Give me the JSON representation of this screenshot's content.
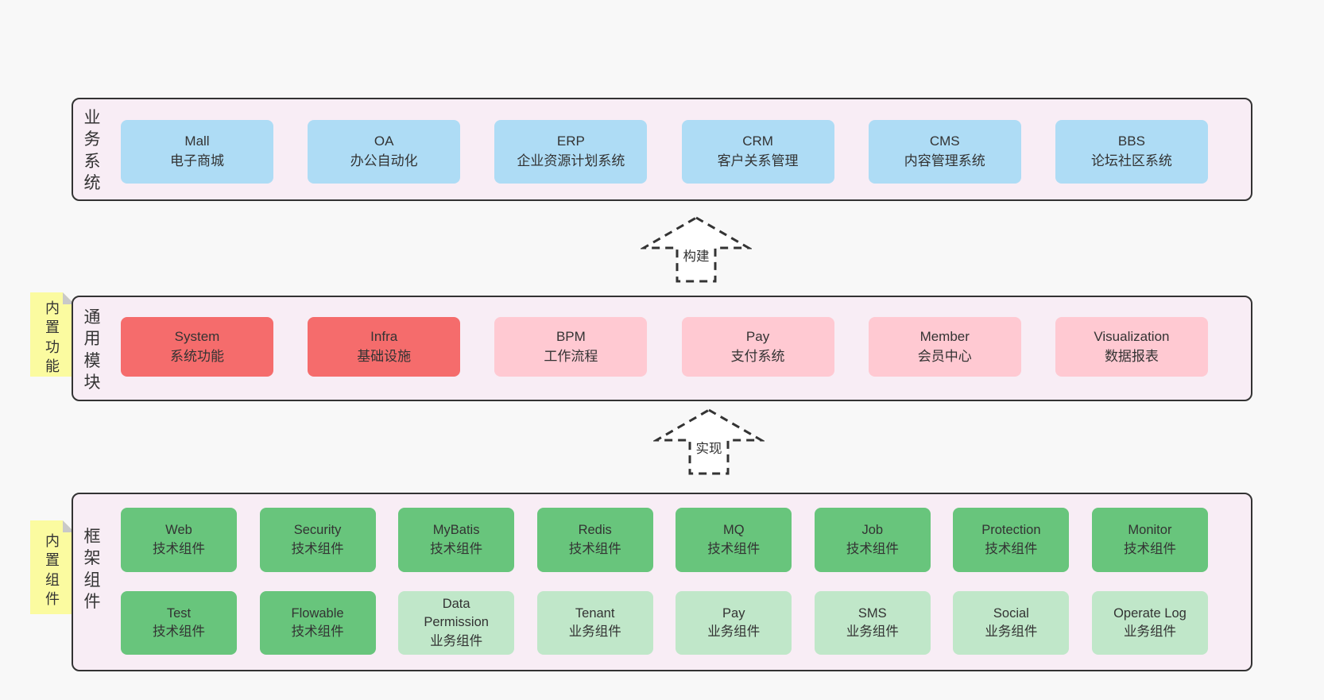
{
  "colors": {
    "page-bg": "#f8f8f8",
    "band-bg": "#f8edf5",
    "line": "#333333",
    "text": "#333333",
    "blue": "#aedcf5",
    "red": "#f56c6c",
    "pink": "#ffc9d2",
    "green": "#68c57c",
    "lightgreen": "#c0e7c9",
    "sticky": "#fbfba0",
    "fold": "#c9c9c9",
    "arrow-fill": "#ffffff"
  },
  "arrows": [
    {
      "label": "构建"
    },
    {
      "label": "实现"
    }
  ],
  "bands": [
    {
      "label": "业务系统",
      "boxes": [
        {
          "name": "Mall",
          "desc": "电子商城"
        },
        {
          "name": "OA",
          "desc": "办公自动化"
        },
        {
          "name": "ERP",
          "desc": "企业资源计划系统"
        },
        {
          "name": "CRM",
          "desc": "客户关系管理"
        },
        {
          "name": "CMS",
          "desc": "内容管理系统"
        },
        {
          "name": "BBS",
          "desc": "论坛社区系统"
        }
      ]
    },
    {
      "label": "通用模块",
      "sticky": "内置功能",
      "boxes": [
        {
          "name": "System",
          "desc": "系统功能"
        },
        {
          "name": "Infra",
          "desc": "基础设施"
        },
        {
          "name": "BPM",
          "desc": "工作流程"
        },
        {
          "name": "Pay",
          "desc": "支付系统"
        },
        {
          "name": "Member",
          "desc": "会员中心"
        },
        {
          "name": "Visualization",
          "desc": "数据报表"
        }
      ]
    },
    {
      "label": "框架组件",
      "sticky": "内置组件",
      "rows": [
        [
          {
            "name": "Web",
            "desc": "技术组件"
          },
          {
            "name": "Security",
            "desc": "技术组件"
          },
          {
            "name": "MyBatis",
            "desc": "技术组件"
          },
          {
            "name": "Redis",
            "desc": "技术组件"
          },
          {
            "name": "MQ",
            "desc": "技术组件"
          },
          {
            "name": "Job",
            "desc": "技术组件"
          },
          {
            "name": "Protection",
            "desc": "技术组件"
          },
          {
            "name": "Monitor",
            "desc": "技术组件"
          }
        ],
        [
          {
            "name": "Test",
            "desc": "技术组件"
          },
          {
            "name": "Flowable",
            "desc": "技术组件"
          },
          {
            "name": "Data Permission",
            "desc": "业务组件"
          },
          {
            "name": "Tenant",
            "desc": "业务组件"
          },
          {
            "name": "Pay",
            "desc": "业务组件"
          },
          {
            "name": "SMS",
            "desc": "业务组件"
          },
          {
            "name": "Social",
            "desc": "业务组件"
          },
          {
            "name": "Operate Log",
            "desc": "业务组件"
          }
        ]
      ]
    }
  ]
}
